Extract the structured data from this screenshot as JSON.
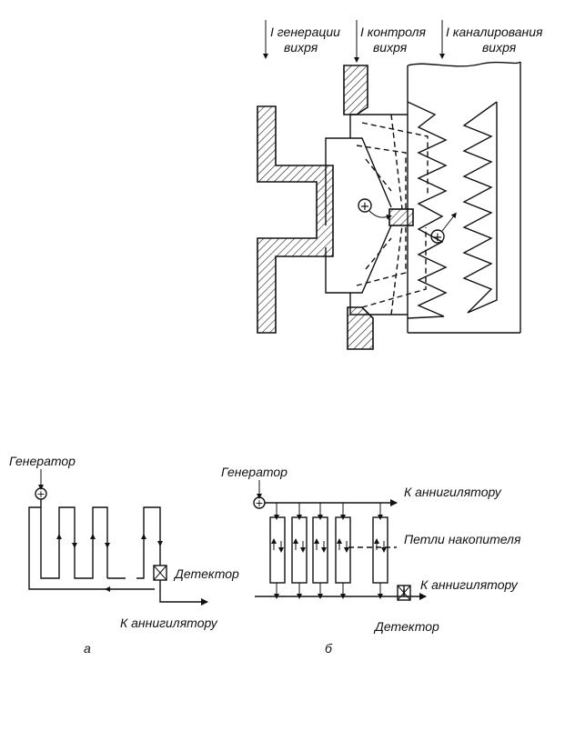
{
  "top_diagram": {
    "section_labels": [
      {
        "line1": "I генерации",
        "line2": "вихря"
      },
      {
        "line1": "I контроля",
        "line2": "вихря"
      },
      {
        "line1": "I каналирования",
        "line2": "вихря"
      }
    ],
    "charge_symbol": "+"
  },
  "diagram_a": {
    "generator": "Генератор",
    "detector": "Детектор",
    "to_annihilator": "К аннигилятору",
    "caption": "а"
  },
  "diagram_b": {
    "generator": "Генератор",
    "to_annihilator_top": "К аннигилятору",
    "storage_loops": "Петли накопителя",
    "to_annihilator_bottom": "К аннигилятору",
    "detector": "Детектор",
    "caption": "б"
  }
}
